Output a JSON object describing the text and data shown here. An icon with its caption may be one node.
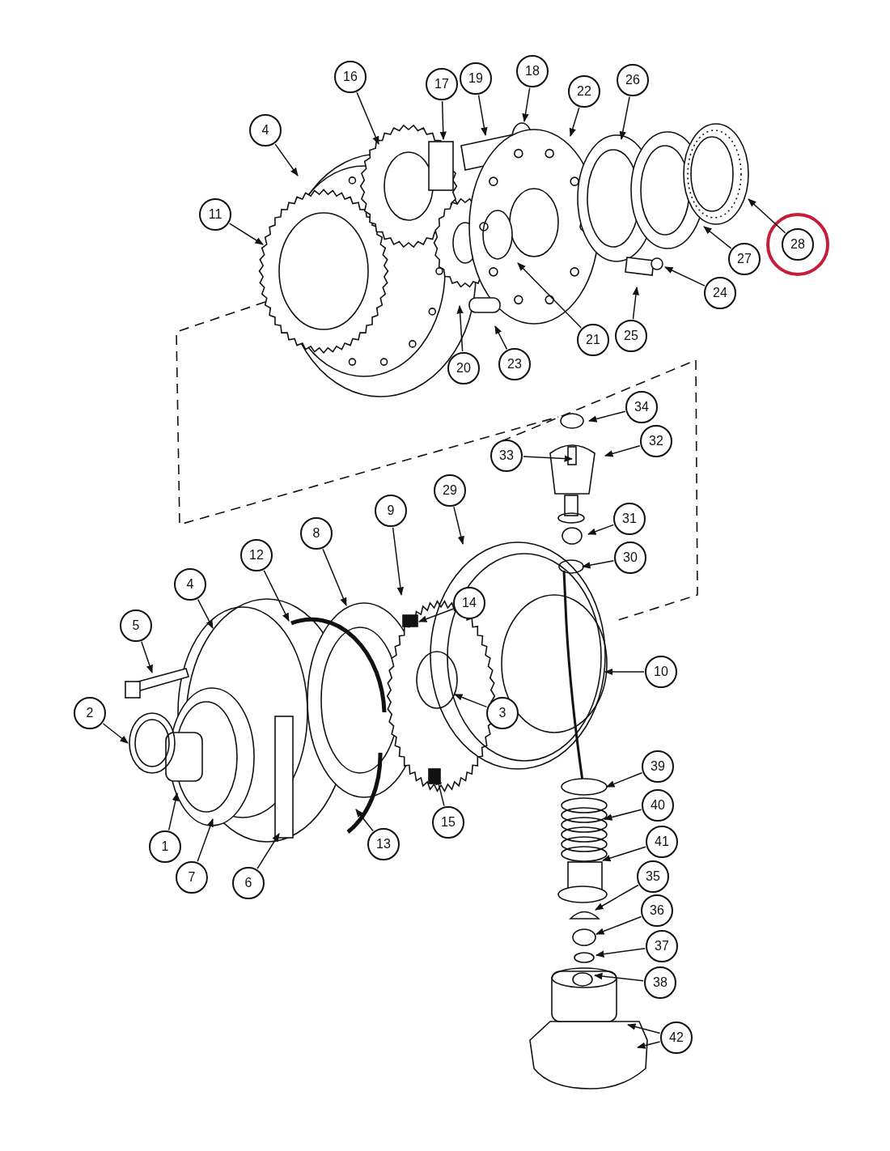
{
  "diagram": {
    "nodes": [
      {
        "text": [
          "16"
        ]
      },
      {
        "text": [
          "17"
        ]
      },
      {
        "text": [
          "19"
        ]
      },
      {
        "text": [
          "18"
        ]
      },
      {
        "text": [
          "22"
        ]
      },
      {
        "text": [
          "26"
        ]
      },
      {
        "text": [
          "4"
        ]
      },
      {
        "text": [
          "11"
        ]
      },
      {
        "text": [
          "28"
        ]
      },
      {
        "text": [
          "27"
        ]
      },
      {
        "text": [
          "24"
        ]
      },
      {
        "text": [
          "25"
        ]
      },
      {
        "text": [
          "21"
        ]
      },
      {
        "text": [
          "23"
        ]
      },
      {
        "text": [
          "20"
        ]
      },
      {
        "text": [
          "34"
        ]
      },
      {
        "text": [
          "32"
        ]
      },
      {
        "text": [
          "33"
        ]
      },
      {
        "text": [
          "31"
        ]
      },
      {
        "text": [
          "30"
        ]
      },
      {
        "text": [
          "29"
        ]
      },
      {
        "text": [
          "9"
        ]
      },
      {
        "text": [
          "8"
        ]
      },
      {
        "text": [
          "12"
        ]
      },
      {
        "text": [
          "4"
        ]
      },
      {
        "text": [
          "14"
        ]
      },
      {
        "text": [
          "5"
        ]
      },
      {
        "text": [
          "10"
        ]
      },
      {
        "text": [
          "3"
        ]
      },
      {
        "text": [
          "2"
        ]
      },
      {
        "text": [
          "39"
        ]
      },
      {
        "text": [
          "40"
        ]
      },
      {
        "text": [
          "41"
        ]
      },
      {
        "text": [
          "15"
        ]
      },
      {
        "text": [
          "13"
        ]
      },
      {
        "text": [
          "1"
        ]
      },
      {
        "text": [
          "7"
        ]
      },
      {
        "text": [
          "6"
        ]
      },
      {
        "text": [
          "35"
        ]
      },
      {
        "text": [
          "36"
        ]
      },
      {
        "text": [
          "37"
        ]
      },
      {
        "text": [
          "38"
        ]
      },
      {
        "text": [
          "42"
        ]
      }
    ],
    "edges": [
      {
        "from": 0,
        "to": null,
        "arrow": "to"
      },
      {
        "from": 1,
        "to": null,
        "arrow": "to"
      },
      {
        "from": 2,
        "to": null,
        "arrow": "to"
      },
      {
        "from": 3,
        "to": null,
        "arrow": "to"
      },
      {
        "from": 4,
        "to": null,
        "arrow": "to"
      },
      {
        "from": 5,
        "to": null,
        "arrow": "to"
      },
      {
        "from": 6,
        "to": null,
        "arrow": "to"
      },
      {
        "from": 7,
        "to": null,
        "arrow": "to"
      },
      {
        "from": 8,
        "to": null,
        "arrow": "to"
      },
      {
        "from": 9,
        "to": null,
        "arrow": "to"
      },
      {
        "from": 10,
        "to": null,
        "arrow": "to"
      },
      {
        "from": 11,
        "to": null,
        "arrow": "to"
      },
      {
        "from": 12,
        "to": null,
        "arrow": "to"
      },
      {
        "from": 13,
        "to": null,
        "arrow": "to"
      },
      {
        "from": 14,
        "to": null,
        "arrow": "to"
      },
      {
        "from": 15,
        "to": null,
        "arrow": "to"
      },
      {
        "from": 16,
        "to": null,
        "arrow": "to"
      },
      {
        "from": 17,
        "to": null,
        "arrow": "to"
      },
      {
        "from": 18,
        "to": null,
        "arrow": "to"
      },
      {
        "from": 19,
        "to": null,
        "arrow": "to"
      },
      {
        "from": 20,
        "to": null,
        "arrow": "to"
      },
      {
        "from": 21,
        "to": null,
        "arrow": "to"
      },
      {
        "from": 22,
        "to": null,
        "arrow": "to"
      },
      {
        "from": 23,
        "to": null,
        "arrow": "to"
      },
      {
        "from": 24,
        "to": null,
        "arrow": "to"
      },
      {
        "from": 25,
        "to": null,
        "arrow": "to"
      },
      {
        "from": 26,
        "to": null,
        "arrow": "to"
      },
      {
        "from": 27,
        "to": null,
        "arrow": "to"
      },
      {
        "from": 28,
        "to": null,
        "arrow": "to"
      },
      {
        "from": 29,
        "to": null,
        "arrow": "to"
      },
      {
        "from": 30,
        "to": null,
        "arrow": "to"
      },
      {
        "from": 31,
        "to": null,
        "arrow": "to"
      },
      {
        "from": 32,
        "to": null,
        "arrow": "to"
      },
      {
        "from": 33,
        "to": null,
        "arrow": "to"
      },
      {
        "from": 34,
        "to": null,
        "arrow": "to"
      },
      {
        "from": 35,
        "to": null,
        "arrow": "to"
      },
      {
        "from": 36,
        "to": null,
        "arrow": "to"
      },
      {
        "from": 37,
        "to": null,
        "arrow": "to"
      },
      {
        "from": 38,
        "to": null,
        "arrow": "to"
      },
      {
        "from": 39,
        "to": null,
        "arrow": "to"
      },
      {
        "from": 40,
        "to": null,
        "arrow": "to"
      },
      {
        "from": 41,
        "to": null,
        "arrow": "to"
      },
      {
        "from": 42,
        "to": null,
        "arrow": "to"
      },
      {
        "from": 42,
        "to": null,
        "arrow": "to"
      }
    ]
  }
}
